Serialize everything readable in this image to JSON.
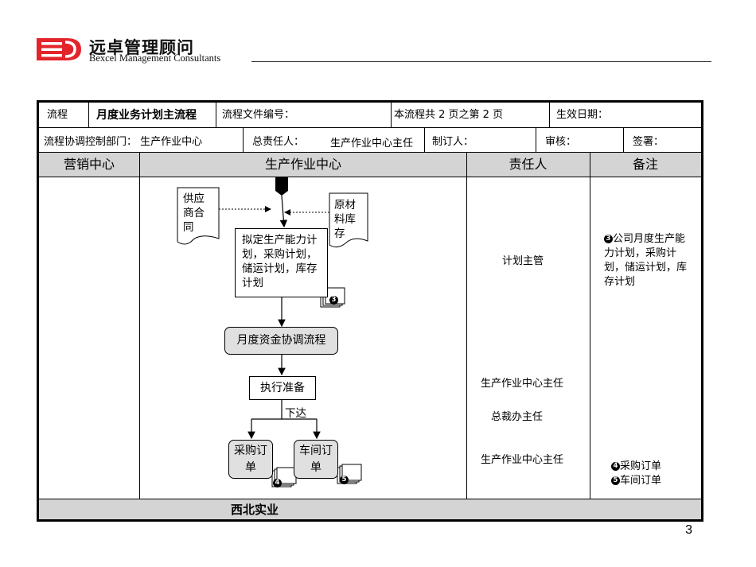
{
  "header": {
    "brand_cn": "远卓管理顾问",
    "brand_en": "Bexcel Management Consultants",
    "logo_color": "#e3242b"
  },
  "form": {
    "process_label": "流程",
    "process_name": "月度业务计划主流程",
    "doc_no_label": "流程文件编号：",
    "pages": "本流程共 2 页之第 2  页",
    "effective_label": "生效日期：",
    "dept_label": "流程协调控制部门：  生产作业中心",
    "owner_label": "总责任人：",
    "owner_value": "生产作业中心主任",
    "author_label": "制订人：",
    "review_label": "审核：",
    "sign_label": "签署："
  },
  "columns": {
    "col1": "营销中心",
    "col2": "生产作业中心",
    "col3": "责任人",
    "col4": "备注"
  },
  "flow": {
    "doc_supply": "供应商合同",
    "doc_material": "原材料库存",
    "plan_box": "拟定生产能力计划，采购计划，储运计划，库存计划",
    "fund_process": "月度资金协调流程",
    "exec_prep": "执行准备",
    "dispatch_label": "下达",
    "purchase_order": "采购订单",
    "shop_order": "车间订单",
    "badge3": "3",
    "badge4": "4",
    "badge5": "5"
  },
  "responsible": {
    "r1": "计划主管",
    "r2": "生产作业中心主任",
    "r3": "总裁办主任",
    "r4": "生产作业中心主任"
  },
  "notes": {
    "n1_badge": "3",
    "n1": "公司月度生产能力计划，采购计划，储运计划，库存计划",
    "n2_badge": "4",
    "n2": "采购订单",
    "n3_badge": "5",
    "n3": "车间订单"
  },
  "footer": {
    "company": "西北实业",
    "page_number": "3"
  }
}
